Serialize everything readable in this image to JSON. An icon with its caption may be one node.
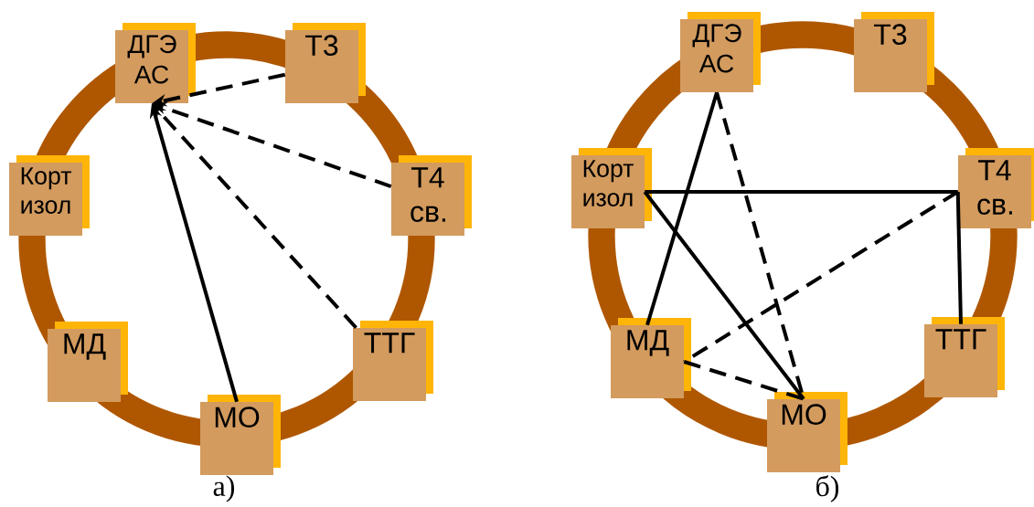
{
  "diagram": {
    "nodes": [
      {
        "text": [
          "ДГЭ АС"
        ]
      },
      {
        "text": [
          "Т3"
        ]
      },
      {
        "text": [
          "Корт изол"
        ]
      },
      {
        "text": [
          "Т4 св."
        ]
      },
      {
        "text": [
          "МД"
        ]
      },
      {
        "text": [
          "ТТГ"
        ]
      },
      {
        "text": [
          "МО"
        ]
      },
      {
        "text": [
          "ДГЭ АС"
        ]
      },
      {
        "text": [
          "Т3"
        ]
      },
      {
        "text": [
          "Корт изол"
        ]
      },
      {
        "text": [
          "Т4 св."
        ]
      },
      {
        "text": [
          "МД"
        ]
      },
      {
        "text": [
          "ТТГ"
        ]
      },
      {
        "text": [
          "МО"
        ]
      }
    ],
    "edges": [
      {
        "from": 1,
        "to": 0,
        "arrow": "to",
        "style": "dashed"
      },
      {
        "from": 3,
        "to": 0,
        "arrow": "to",
        "style": "dashed"
      },
      {
        "from": 5,
        "to": 0,
        "arrow": "to",
        "style": "dashed"
      },
      {
        "from": 6,
        "to": 0,
        "arrow": "to"
      },
      {
        "from": 7,
        "to": 11,
        "arrow": "none"
      },
      {
        "from": 7,
        "to": 13,
        "arrow": "none",
        "style": "dashed"
      },
      {
        "from": 9,
        "to": 10,
        "arrow": "none"
      },
      {
        "from": 9,
        "to": 13,
        "arrow": "none"
      },
      {
        "from": 10,
        "to": 11,
        "arrow": "none",
        "style": "dashed"
      },
      {
        "from": 10,
        "to": 12,
        "arrow": "none"
      },
      {
        "from": 11,
        "to": 13,
        "arrow": "none",
        "style": "dashed"
      }
    ],
    "labels": [
      "а)",
      "б)"
    ]
  }
}
